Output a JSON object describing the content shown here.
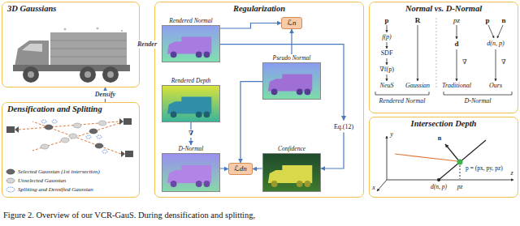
{
  "diagram": {
    "caption": "Figure 2. Overview of our VCR-GauS. During densification and splitting,",
    "nodes": [
      {
        "text": [
          "3D Gaussians"
        ]
      },
      {
        "text": [
          "Densification and Splitting"
        ]
      },
      {
        "text": [
          "Regularization"
        ]
      },
      {
        "text": [
          "Rendered Normal"
        ],
        "in": 2
      },
      {
        "text": [
          "ℒn"
        ],
        "in": 2
      },
      {
        "text": [
          "Rendered Depth"
        ],
        "in": 2
      },
      {
        "text": [
          "Pseudo Normal"
        ],
        "in": 2
      },
      {
        "text": [
          "D-Normal"
        ],
        "in": 2
      },
      {
        "text": [
          "ℒdn"
        ],
        "in": 2
      },
      {
        "text": [
          "Eq.(12)"
        ],
        "in": 2
      },
      {
        "text": [
          "Confidence"
        ],
        "in": 2
      },
      {
        "text": [
          "Normal vs. D-Normal"
        ]
      },
      {
        "text": [
          "Intersection Depth"
        ]
      }
    ],
    "edges": [
      {
        "from": 0,
        "to": 2,
        "arrow": "to",
        "label": "Render"
      },
      {
        "from": 1,
        "to": 0,
        "arrow": "to",
        "label": "Densify"
      },
      {
        "from": 3,
        "to": 4,
        "arrow": "to"
      },
      {
        "from": 6,
        "to": 4,
        "arrow": "to"
      },
      {
        "from": 5,
        "to": 7,
        "arrow": "to",
        "label": "∇"
      },
      {
        "from": 7,
        "to": 8,
        "arrow": "to"
      },
      {
        "from": 6,
        "to": 8,
        "arrow": "to"
      },
      {
        "from": 3,
        "to": 9,
        "arrow": "to"
      },
      {
        "from": 9,
        "to": 10,
        "arrow": "to"
      },
      {
        "from": 10,
        "to": 8,
        "arrow": "to"
      }
    ],
    "labels": [
      "p",
      "f(p)",
      "SDF",
      "∇f(p)",
      "NeuS",
      "R",
      "Gaussian",
      "pz",
      "d",
      "∇",
      "Traditional",
      "p",
      "n",
      "d(n, p)",
      "∇",
      "Ours",
      "Rendered Normal",
      "D-Normal",
      "y",
      "x",
      "z",
      "n",
      "p = (px, py, pz)",
      "d(n, p)",
      "pz"
    ],
    "legend": [
      {
        "text": "Selected Gaussian (1st intersection)"
      },
      {
        "text": "Unselected Gaussian"
      },
      {
        "text": "Splitting and Densified Gaussian"
      }
    ]
  }
}
